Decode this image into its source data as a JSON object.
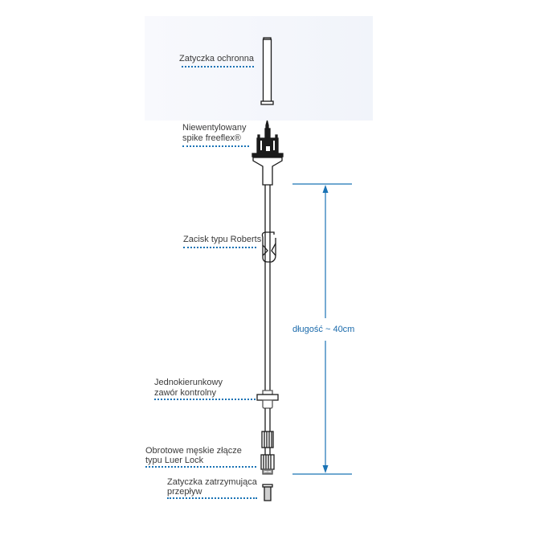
{
  "diagram": {
    "title": "Infusion set component diagram",
    "colors": {
      "accent": "#1a73b5",
      "dimension": "#1a6aab",
      "text": "#3a3a3a",
      "outline": "#1b1b1b",
      "panel_bg": "#f4f6fb"
    },
    "components": [
      {
        "id": "protective-cap",
        "label": "Zatyczka ochronna"
      },
      {
        "id": "spike",
        "label_line1": "Niewentylowany",
        "label_line2": "spike freeflex®"
      },
      {
        "id": "roberts-clamp",
        "label": "Zacisk typu Roberts"
      },
      {
        "id": "check-valve",
        "label_line1": "Jednokierunkowy",
        "label_line2": "zawór kontrolny"
      },
      {
        "id": "luer-lock",
        "label_line1": "Obrotowe męskie złącze",
        "label_line2": "typu Luer Lock"
      },
      {
        "id": "stop-cap",
        "label_line1": "Zatyczka zatrzymująca",
        "label_line2": "przepływ"
      }
    ],
    "dimension": {
      "label": "długość ~ 40cm"
    }
  }
}
